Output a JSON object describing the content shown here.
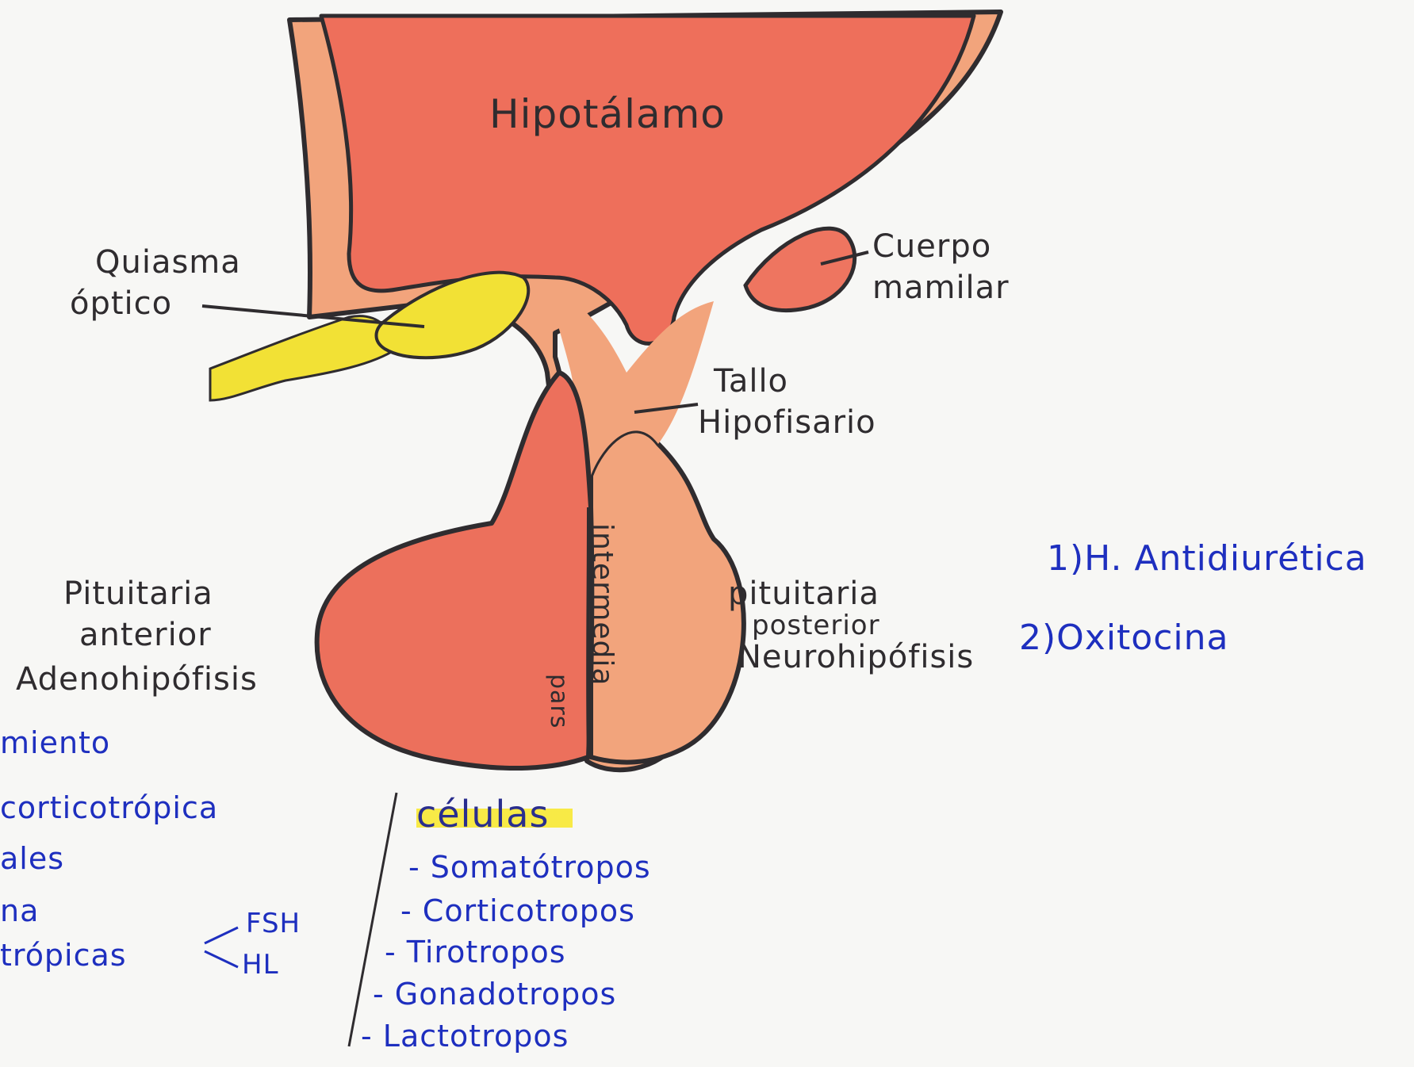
{
  "labels": {
    "hypothalamus": "Hipotálamo",
    "optic_chiasm_1": "Quiasma",
    "optic_chiasm_2": "óptico",
    "mammillary_1": "Cuerpo",
    "mammillary_2": "mamilar",
    "stalk_1": "Tallo",
    "stalk_2": "Hipofisario",
    "anterior_1": "Pituitaria",
    "anterior_2": "anterior",
    "anterior_3": "Adenohipófisis",
    "posterior_1": "pituitaria",
    "posterior_2": "posterior",
    "posterior_3": "Neurohipófisis",
    "pars": "pars",
    "intermedia": "intermedia"
  },
  "posterior_hormones": [
    "1)H. Antidiurética",
    "2)Oxitocina"
  ],
  "anterior_hormones_partial": [
    "miento",
    "corticotrópica",
    "ales",
    "na",
    "trópicas"
  ],
  "gonadotropins": [
    "FSH",
    "HL"
  ],
  "cells": {
    "title": "células",
    "items": [
      "- Somatótropos",
      "- Corticotropos",
      "- Tirotropos",
      "- Gonadotropos",
      "- Lactotropos"
    ]
  },
  "colors": {
    "hypothalamus": "#ee6f5b",
    "tissue": "#f2a47c",
    "anterior_lobe": "#ec705c",
    "optic": "#f2e135",
    "ink_dark": "#2f2c2f",
    "ink_blue": "#1e2fbf"
  }
}
